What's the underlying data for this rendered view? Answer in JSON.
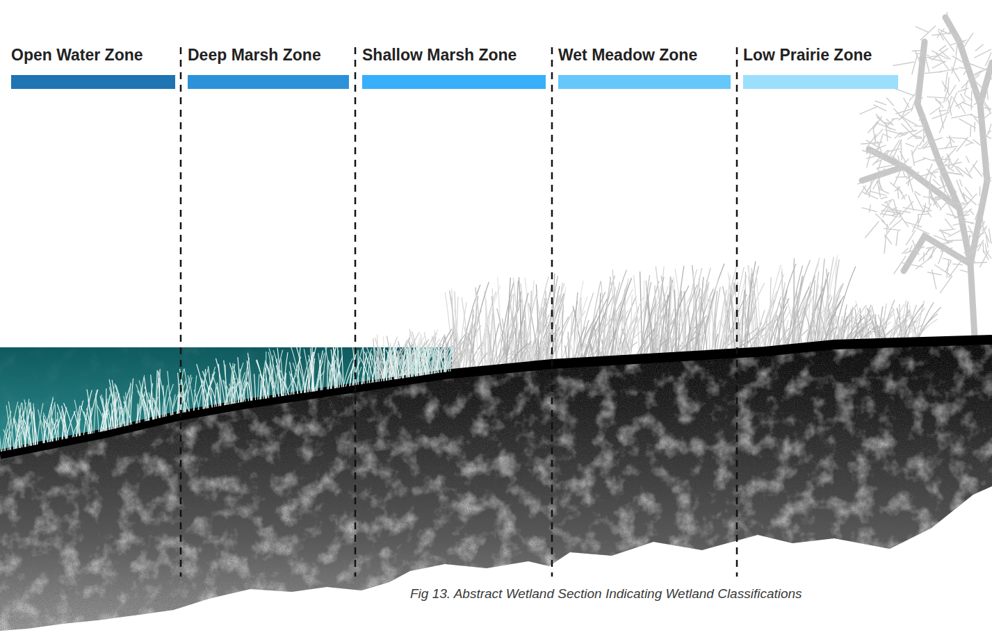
{
  "diagram": {
    "caption": "Fig 13. Abstract Wetland Section Indicating Wetland Classifications",
    "nodes": [
      {
        "text": [
          "Open Water Zone"
        ]
      },
      {
        "text": [
          "Deep Marsh Zone"
        ]
      },
      {
        "text": [
          "Shallow Marsh Zone"
        ]
      },
      {
        "text": [
          "Wet Meadow Zone"
        ]
      },
      {
        "text": [
          "Low Prairie Zone"
        ]
      }
    ]
  }
}
